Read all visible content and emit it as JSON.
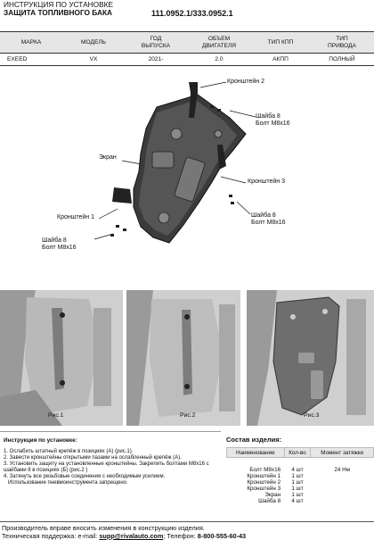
{
  "header": {
    "line1": "ИНСТРУКЦИЯ ПО УСТАНОВКЕ",
    "line2": "ЗАЩИТА ТОПЛИВНОГО БАКА",
    "codes": "111.0952.1/333.0952.1"
  },
  "spec": {
    "headers": [
      "МАРКА",
      "МОДЕЛЬ",
      "ГОД\nВЫПУСКА",
      "ОБЪЕМ\nДВИГАТЕЛЯ",
      "ТИП КПП",
      "ТИП\nПРИВОДА"
    ],
    "row": [
      "EXEED",
      "VX",
      "2021-",
      "2.0",
      "АКПП",
      "ПОЛНЫЙ"
    ]
  },
  "diagram_labels": {
    "bracket2": "Кронштейн 2",
    "washer_top": "Шайба 8",
    "bolt_top": "Болт М8х16",
    "screen": "Экран",
    "bracket3": "Кронштейн 3",
    "washer_right": "Шайба 8",
    "bolt_right": "Болт М8х16",
    "bracket1": "Кронштейн 1",
    "washer_left": "Шайба 8",
    "bolt_left": "Болт М8х16"
  },
  "photos": {
    "captions": [
      "Рис.1",
      "Рис.2",
      "Рис.3"
    ]
  },
  "instructions": {
    "title": "Инструкция по установке:",
    "steps": [
      "1. Ослабить штатный крепёж в позициях (А) (рис.1).",
      "2. Завести кронштейны открытыми пазами на ослабленный крепёж (А).",
      "3. Установить защиту на установленные кронштейны. Закрепить болтами М8х16 с шайбами 8 в позициях (Б) (рис.2 )",
      "4. Затянуть все резьбовые соединения с необходимым усилием.",
      "   Использование пневмоинструмента запрещено."
    ]
  },
  "kit": {
    "title": "Состав изделия:",
    "headers": [
      "Наименование",
      "Кол-во",
      "Момент затяжки"
    ],
    "rows": [
      [
        "Болт М8х16",
        "4 шт",
        "24 Нм"
      ],
      [
        "Кронштейн 1",
        "1 шт",
        ""
      ],
      [
        "Кронштейн 2",
        "1 шт",
        ""
      ],
      [
        "Кронштейн 3",
        "1 шт",
        ""
      ],
      [
        "Экран",
        "1 шт",
        ""
      ],
      [
        "Шайба 8",
        "4 шт",
        ""
      ]
    ]
  },
  "footer": {
    "notice": "Производитель вправе вносить изменения в конструкцию изделия.",
    "support_label": "Техническая поддержка:  e-mail: ",
    "email": "supp@rivalauto.com",
    "phone_label": "; Телефон: ",
    "phone": "8-800-555-60-43"
  }
}
